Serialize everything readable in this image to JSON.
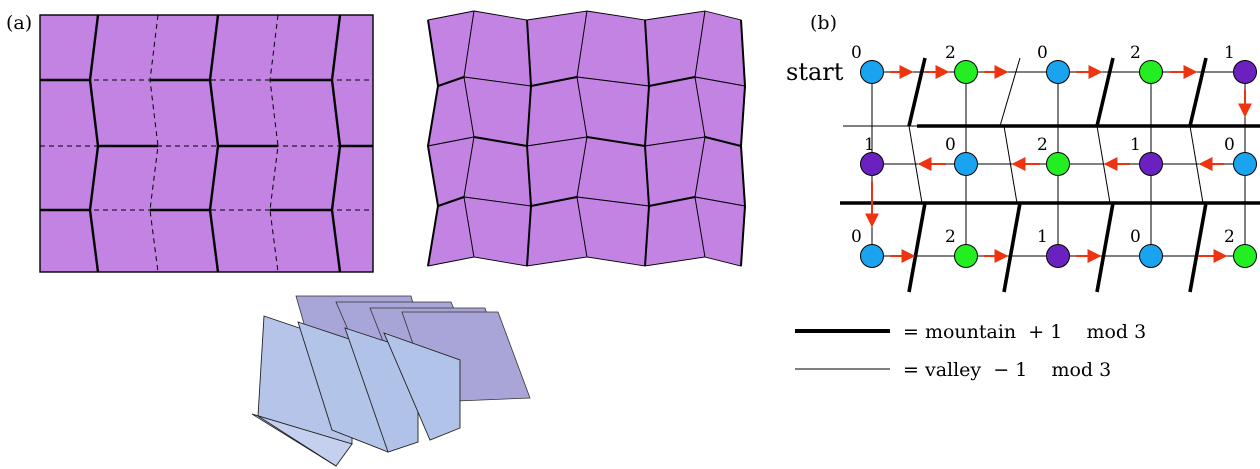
{
  "panels": {
    "a_label": "(a)",
    "b_label": "(b)"
  },
  "colors": {
    "sheet": "#c283e3",
    "folded": "#b3c4e8",
    "folded_dark": "#a8a6d8",
    "state_0": "#1aa3ee",
    "state_1": "#6b21c0",
    "state_2": "#22ee22",
    "arrow": "#ee3311"
  },
  "graph": {
    "start_label": "start",
    "rows": [
      [
        {
          "state": "0",
          "label": "0"
        },
        {
          "state": "2",
          "label": "2"
        },
        {
          "state": "0",
          "label": "0"
        },
        {
          "state": "2",
          "label": "2"
        },
        {
          "state": "1",
          "label": "1"
        }
      ],
      [
        {
          "state": "1",
          "label": "1"
        },
        {
          "state": "0",
          "label": "0"
        },
        {
          "state": "2",
          "label": "2"
        },
        {
          "state": "1",
          "label": "1"
        },
        {
          "state": "0",
          "label": "0"
        }
      ],
      [
        {
          "state": "0",
          "label": "0"
        },
        {
          "state": "2",
          "label": "2"
        },
        {
          "state": "1",
          "label": "1"
        },
        {
          "state": "0",
          "label": "0"
        },
        {
          "state": "2",
          "label": "2"
        }
      ]
    ]
  },
  "legend": {
    "mountain": "= mountain  + 1    mod 3",
    "valley": "= valley  − 1    mod 3"
  }
}
